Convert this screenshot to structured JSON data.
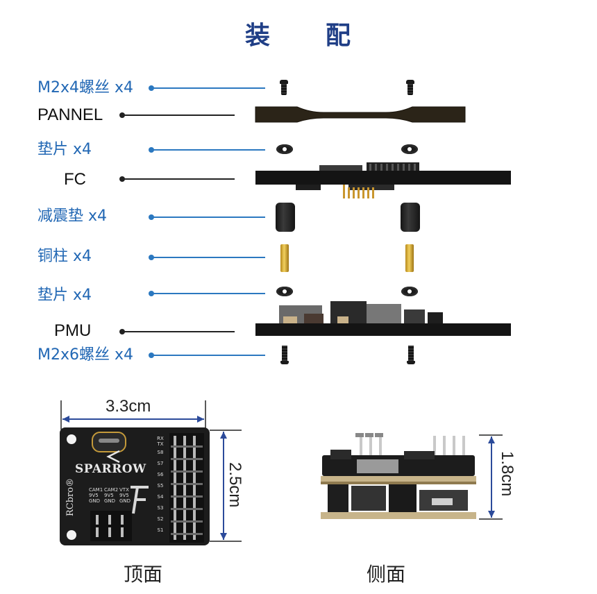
{
  "title": {
    "left": "装",
    "right": "配"
  },
  "parts": [
    {
      "label": "M2x4螺丝 x4",
      "style": "blue"
    },
    {
      "label": "PANNEL",
      "style": "dark"
    },
    {
      "label": "垫片 x4",
      "style": "blue"
    },
    {
      "label": "FC",
      "style": "dark"
    },
    {
      "label": "减震垫 x4",
      "style": "blue"
    },
    {
      "label": "铜柱 x4",
      "style": "blue"
    },
    {
      "label": "垫片 x4",
      "style": "blue"
    },
    {
      "label": "PMU",
      "style": "dark"
    },
    {
      "label": "M2x6螺丝 x4",
      "style": "blue"
    }
  ],
  "board": {
    "name": "SPARROW",
    "brand": "RCbro®",
    "pad_labels": [
      "CAM1",
      "9V5",
      "GND",
      "CAM2",
      "9V5",
      "GND",
      "VTX",
      "9V5",
      "GND"
    ],
    "pin_labels": [
      "S1",
      "S2",
      "S3",
      "S4",
      "S5",
      "S6",
      "S7",
      "S8"
    ],
    "top_labels": [
      "RX",
      "TX"
    ]
  },
  "dimensions": {
    "width": "3.3cm",
    "height": "2.5cm",
    "side_height": "1.8cm"
  },
  "views": {
    "top": "顶面",
    "side": "侧面"
  },
  "colors": {
    "label_blue": "#2167b4",
    "title_blue": "#1f3e86",
    "pcb": "#1a1a1a",
    "brass": "#d9b23a"
  }
}
